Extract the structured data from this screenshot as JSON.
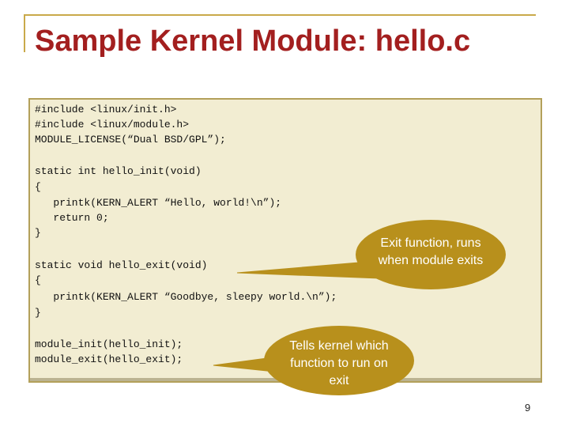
{
  "title": "Sample Kernel Module: hello.c",
  "code": {
    "lines": [
      "#include <linux/init.h>",
      "#include <linux/module.h>",
      "MODULE_LICENSE(“Dual BSD/GPL”);",
      "",
      "static int hello_init(void)",
      "{",
      "   printk(KERN_ALERT “Hello, world!\\n”);",
      "   return 0;",
      "}",
      "",
      "static void hello_exit(void)",
      "{",
      "   printk(KERN_ALERT “Goodbye, sleepy world.\\n”);",
      "}",
      "",
      "module_init(hello_init);",
      "module_exit(hello_exit);"
    ]
  },
  "callouts": {
    "exit_line1": "Exit  function, runs",
    "exit_line2": "when  module exits",
    "init_line1": "Tells kernel which",
    "init_line2": "function to run on",
    "init_line3": "exit"
  },
  "colors": {
    "title": "#a31f1f",
    "callout_fill": "#b8901c",
    "code_bg": "#f2edd2",
    "frame": "#c9a94a"
  },
  "page_number": "9"
}
